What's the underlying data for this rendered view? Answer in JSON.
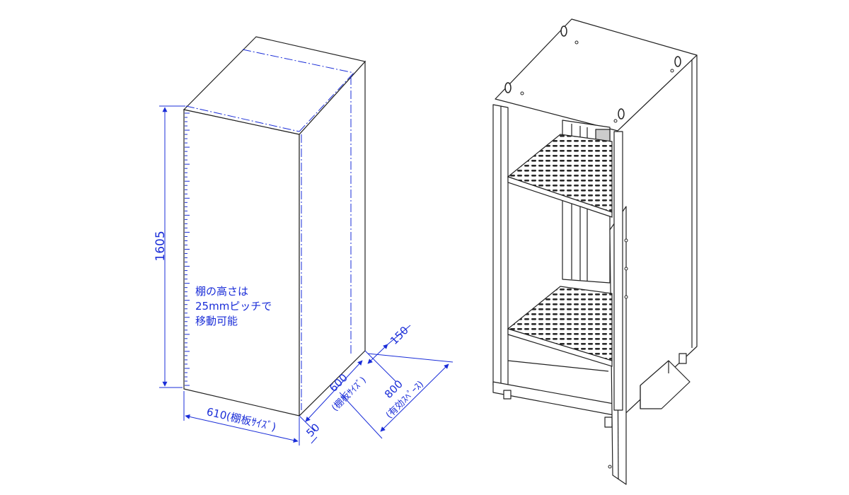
{
  "diagram": {
    "dimension_color": "#1a2dd8",
    "line_color": "#222222",
    "dimensions": {
      "height": "1605",
      "width_shelf": "610(棚板ｻｲｽﾞ)",
      "front_gap": "50",
      "depth_shelf_value": "600",
      "depth_shelf_note": "(棚板ｻｲｽﾞ)",
      "depth_effective_value": "800",
      "depth_effective_note": "(有効ｽﾍﾟｰｽ)",
      "rear_gap": "150"
    },
    "note_lines": [
      "棚の高さは",
      "25mmピッチで",
      "移動可能"
    ]
  }
}
